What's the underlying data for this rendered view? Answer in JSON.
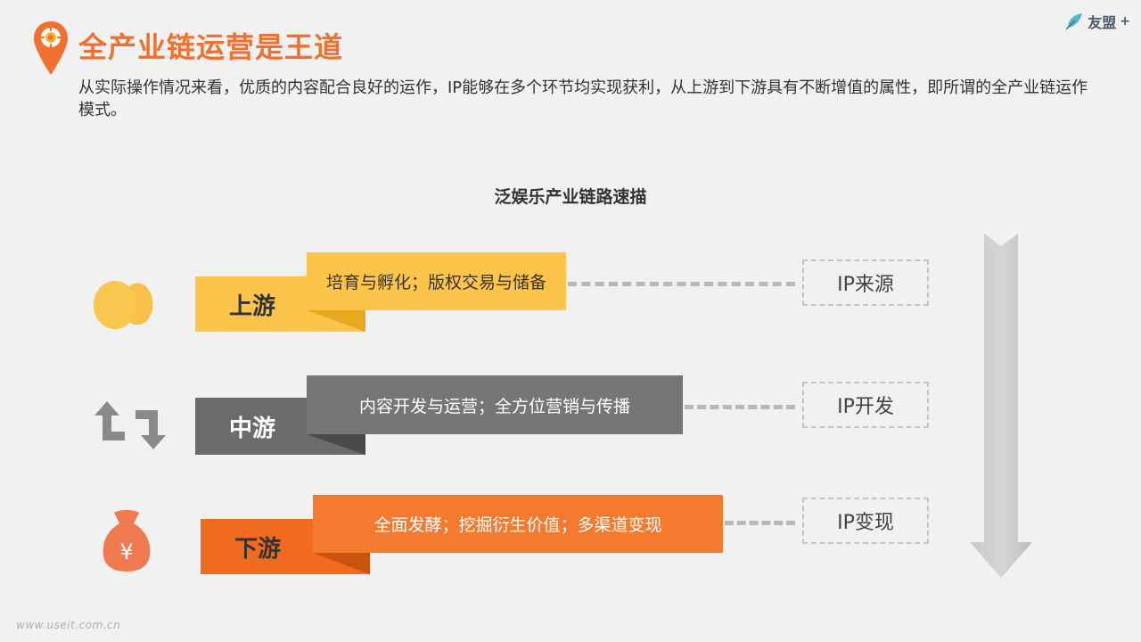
{
  "header": {
    "title": "全产业链运营是王道",
    "brand": "友盟",
    "brand_plus": "+",
    "description": "从实际操作情况来看，优质的内容配合良好的运作，IP能够在多个环节均实现获利，从上游到下游具有不断增值的属性，即所谓的全产业链运作模式。"
  },
  "diagram": {
    "subtitle": "泛娱乐产业链路速描",
    "stages": [
      {
        "label": "上游",
        "desc": "培育与孵化；版权交易与储备",
        "ip": "IP来源",
        "icon": "eggs-icon",
        "color": "#fcc44a",
        "desc_color": "#fcc44a",
        "text_color": "#333333"
      },
      {
        "label": "中游",
        "desc": "内容开发与运营；全方位营销与传播",
        "ip": "IP开发",
        "icon": "repeat-arrows-icon",
        "color": "#6b6b6b",
        "desc_color": "#767676",
        "text_color": "#ffffff"
      },
      {
        "label": "下游",
        "desc": "全面发酵；挖掘衍生价值；多渠道变现",
        "ip": "IP变现",
        "icon": "money-bag-icon",
        "color": "#f06a20",
        "desc_color": "#f47a30",
        "text_color": "#ffffff"
      }
    ]
  },
  "footer": {
    "watermark": "www.useit.com.cn"
  }
}
